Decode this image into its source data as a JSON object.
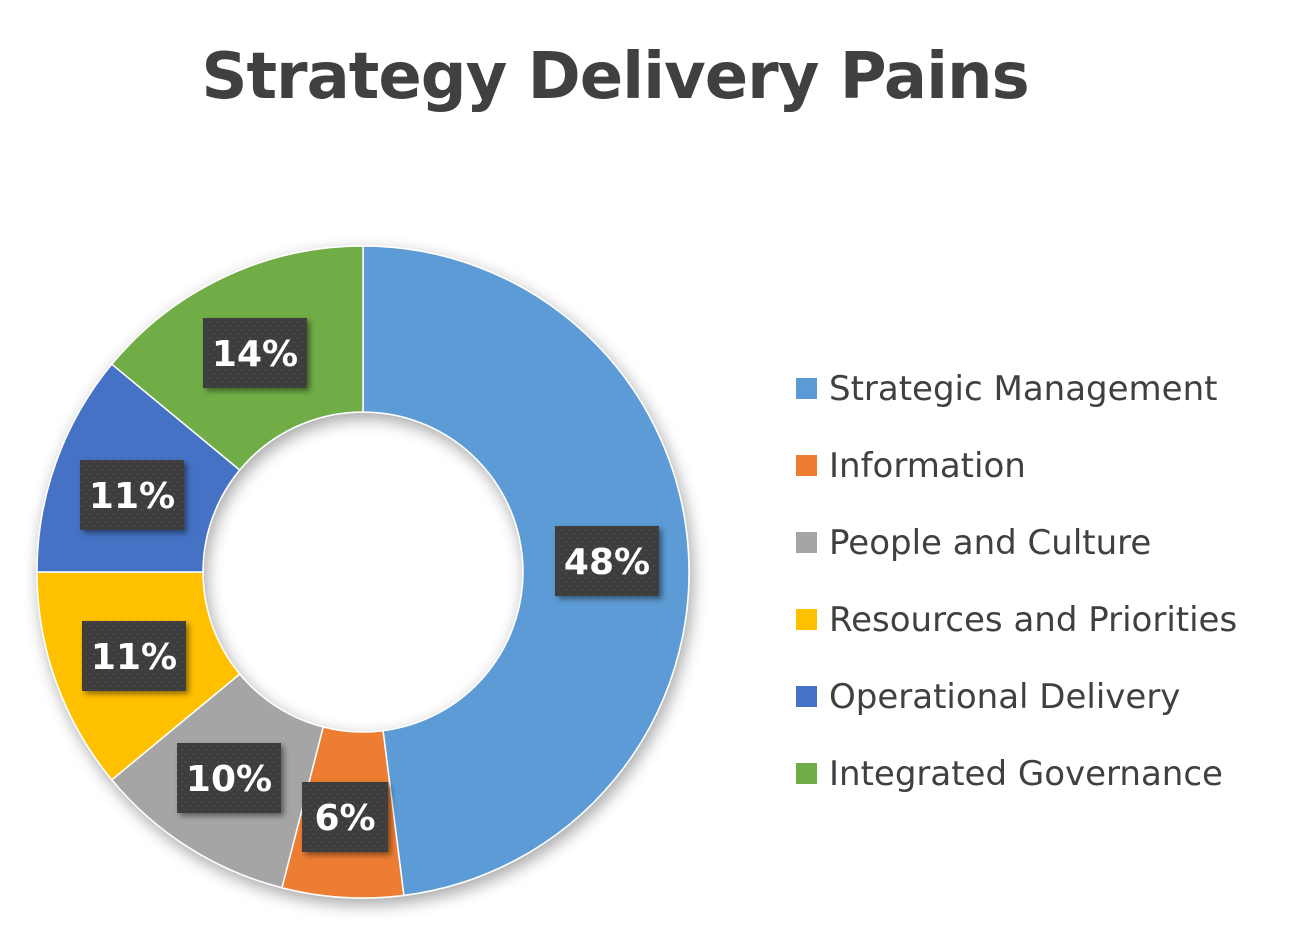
{
  "chart_data": {
    "type": "pie",
    "variant": "donut",
    "title": "Strategy Delivery Pains",
    "categories": [
      "Strategic Management",
      "Information",
      "People and Culture",
      "Resources and Priorities",
      "Operational Delivery",
      "Integrated Governance"
    ],
    "values": [
      48,
      6,
      10,
      11,
      11,
      14
    ],
    "data_labels": [
      "48%",
      "6%",
      "10%",
      "11%",
      "11%",
      "14%"
    ],
    "colors": [
      "#5b9bd5",
      "#ed7d31",
      "#a5a5a5",
      "#ffc000",
      "#4472c4",
      "#70ad47"
    ],
    "legend_position": "right",
    "start_angle": "12 o'clock",
    "direction": "clockwise"
  }
}
